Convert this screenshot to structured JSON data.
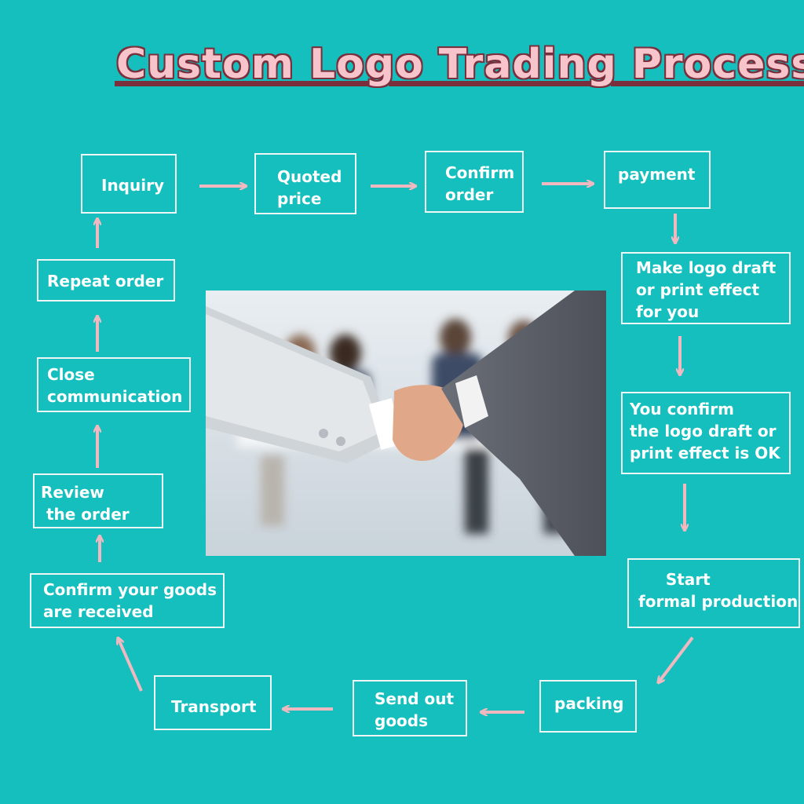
{
  "title": "Custom Logo Trading Process",
  "steps": {
    "inquiry": "Inquiry",
    "quoted_price": "Quoted\nprice",
    "confirm_order": "Confirm\norder",
    "payment": "payment",
    "make_draft": "Make logo draft\nor print effect\nfor you",
    "you_confirm": "You confirm\nthe logo draft or\nprint effect is OK",
    "start_production": "     Start\nformal production",
    "packing": "packing",
    "send_out": "Send out\ngoods",
    "transport": "Transport",
    "confirm_received": "Confirm your goods\nare received",
    "review": "Review\n the order",
    "close_comm": "Close\ncommunication",
    "repeat_order": "Repeat order"
  },
  "colors": {
    "background": "#14bfbd",
    "box_border": "#eef6f6",
    "arrow": "#f2b8c0",
    "title_fill": "#f7c4cc",
    "title_outline": "#7a2f3c"
  },
  "image": {
    "subject": "business-handshake-photo"
  }
}
